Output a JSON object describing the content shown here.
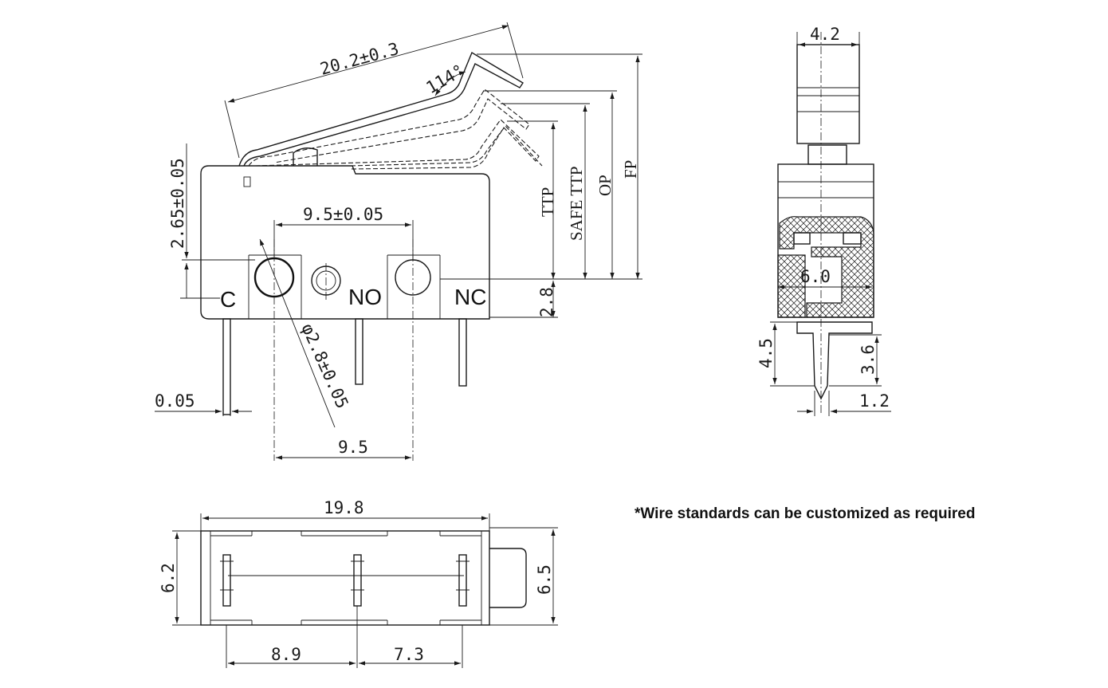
{
  "dimensions": {
    "lever_length": "20.2±0.3",
    "lever_angle": "114°",
    "hole_offset": "2.65±0.05",
    "pin_pitch_tol": "9.5±0.05",
    "hole_diameter": "φ2.8±0.05",
    "pin_pitch": "9.5",
    "pin_offset": "0.05",
    "terminal_height": "2.8",
    "width_top": "4.2",
    "width_mid": "6.0",
    "pin_length": "4.5",
    "pin_length_inner": "3.6",
    "pin_thickness": "1.2",
    "body_length": "19.8",
    "body_height": "6.2",
    "body_height_total": "6.5",
    "terminal_spacing_1": "8.9",
    "terminal_spacing_2": "7.3"
  },
  "positions": {
    "ttp": "TTP",
    "safe_ttp": "SAFE TTP",
    "op": "OP",
    "fp": "FP"
  },
  "terminals": {
    "common": "C",
    "normally_open": "NO",
    "normally_closed": "NC"
  },
  "note": "*Wire standards can be customized as required"
}
